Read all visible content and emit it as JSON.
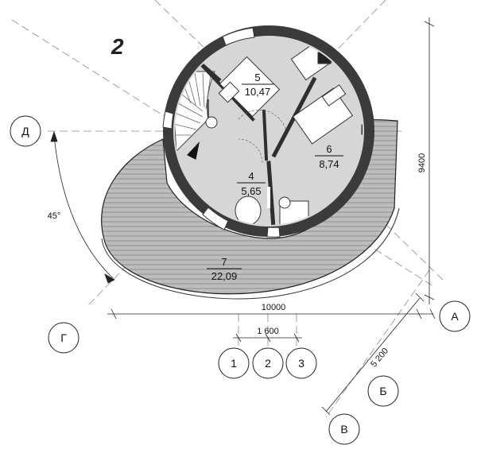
{
  "floor_number": "2",
  "rooms": [
    {
      "number": "5",
      "area": "10,47"
    },
    {
      "number": "6",
      "area": "8,74"
    },
    {
      "number": "4",
      "area": "5,65"
    },
    {
      "number": "7",
      "area": "22,09"
    }
  ],
  "axes": {
    "A": "А",
    "B": "Б",
    "V": "В",
    "G": "Г",
    "D": "Д",
    "n1": "1",
    "n2": "2",
    "n3": "3"
  },
  "dimensions": {
    "width_total": "10000",
    "grid_step": "1 600",
    "height_total": "9400",
    "diag": "5 200",
    "angle": "45°"
  }
}
